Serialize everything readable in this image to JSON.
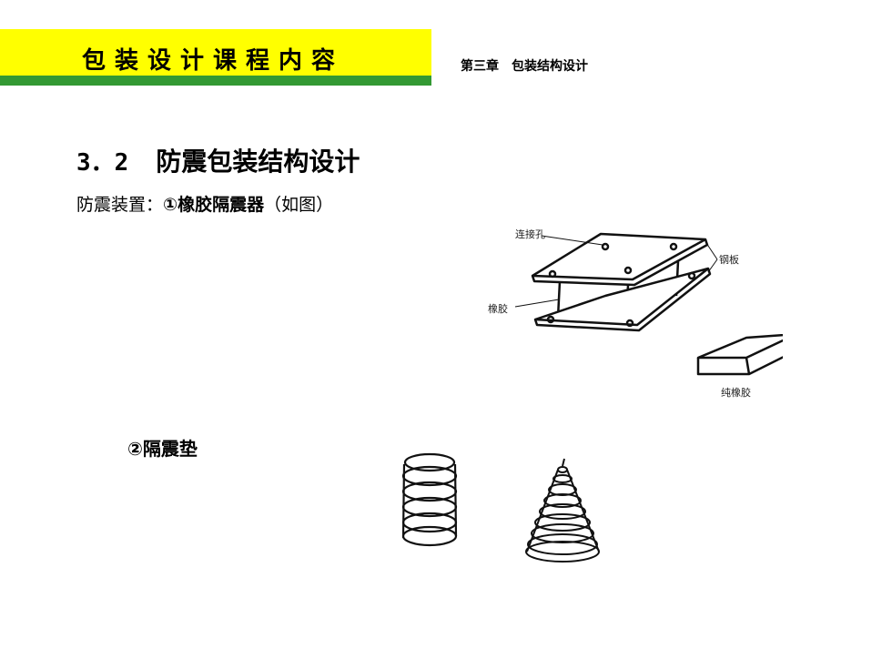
{
  "header": {
    "title": "包装设计课程内容",
    "chapter": "第三章　包装结构设计"
  },
  "section": {
    "number": "3．2",
    "title": "防震包装结构设计"
  },
  "line1": {
    "prefix": "防震装置：",
    "item": "①橡胶隔震器",
    "suffix": "（如图）"
  },
  "item2": "②隔震垫",
  "figure1": {
    "labels": {
      "hole": "连接孔",
      "plate": "钢板",
      "rubber": "橡胶",
      "pure_rubber": "纯橡胶"
    }
  }
}
